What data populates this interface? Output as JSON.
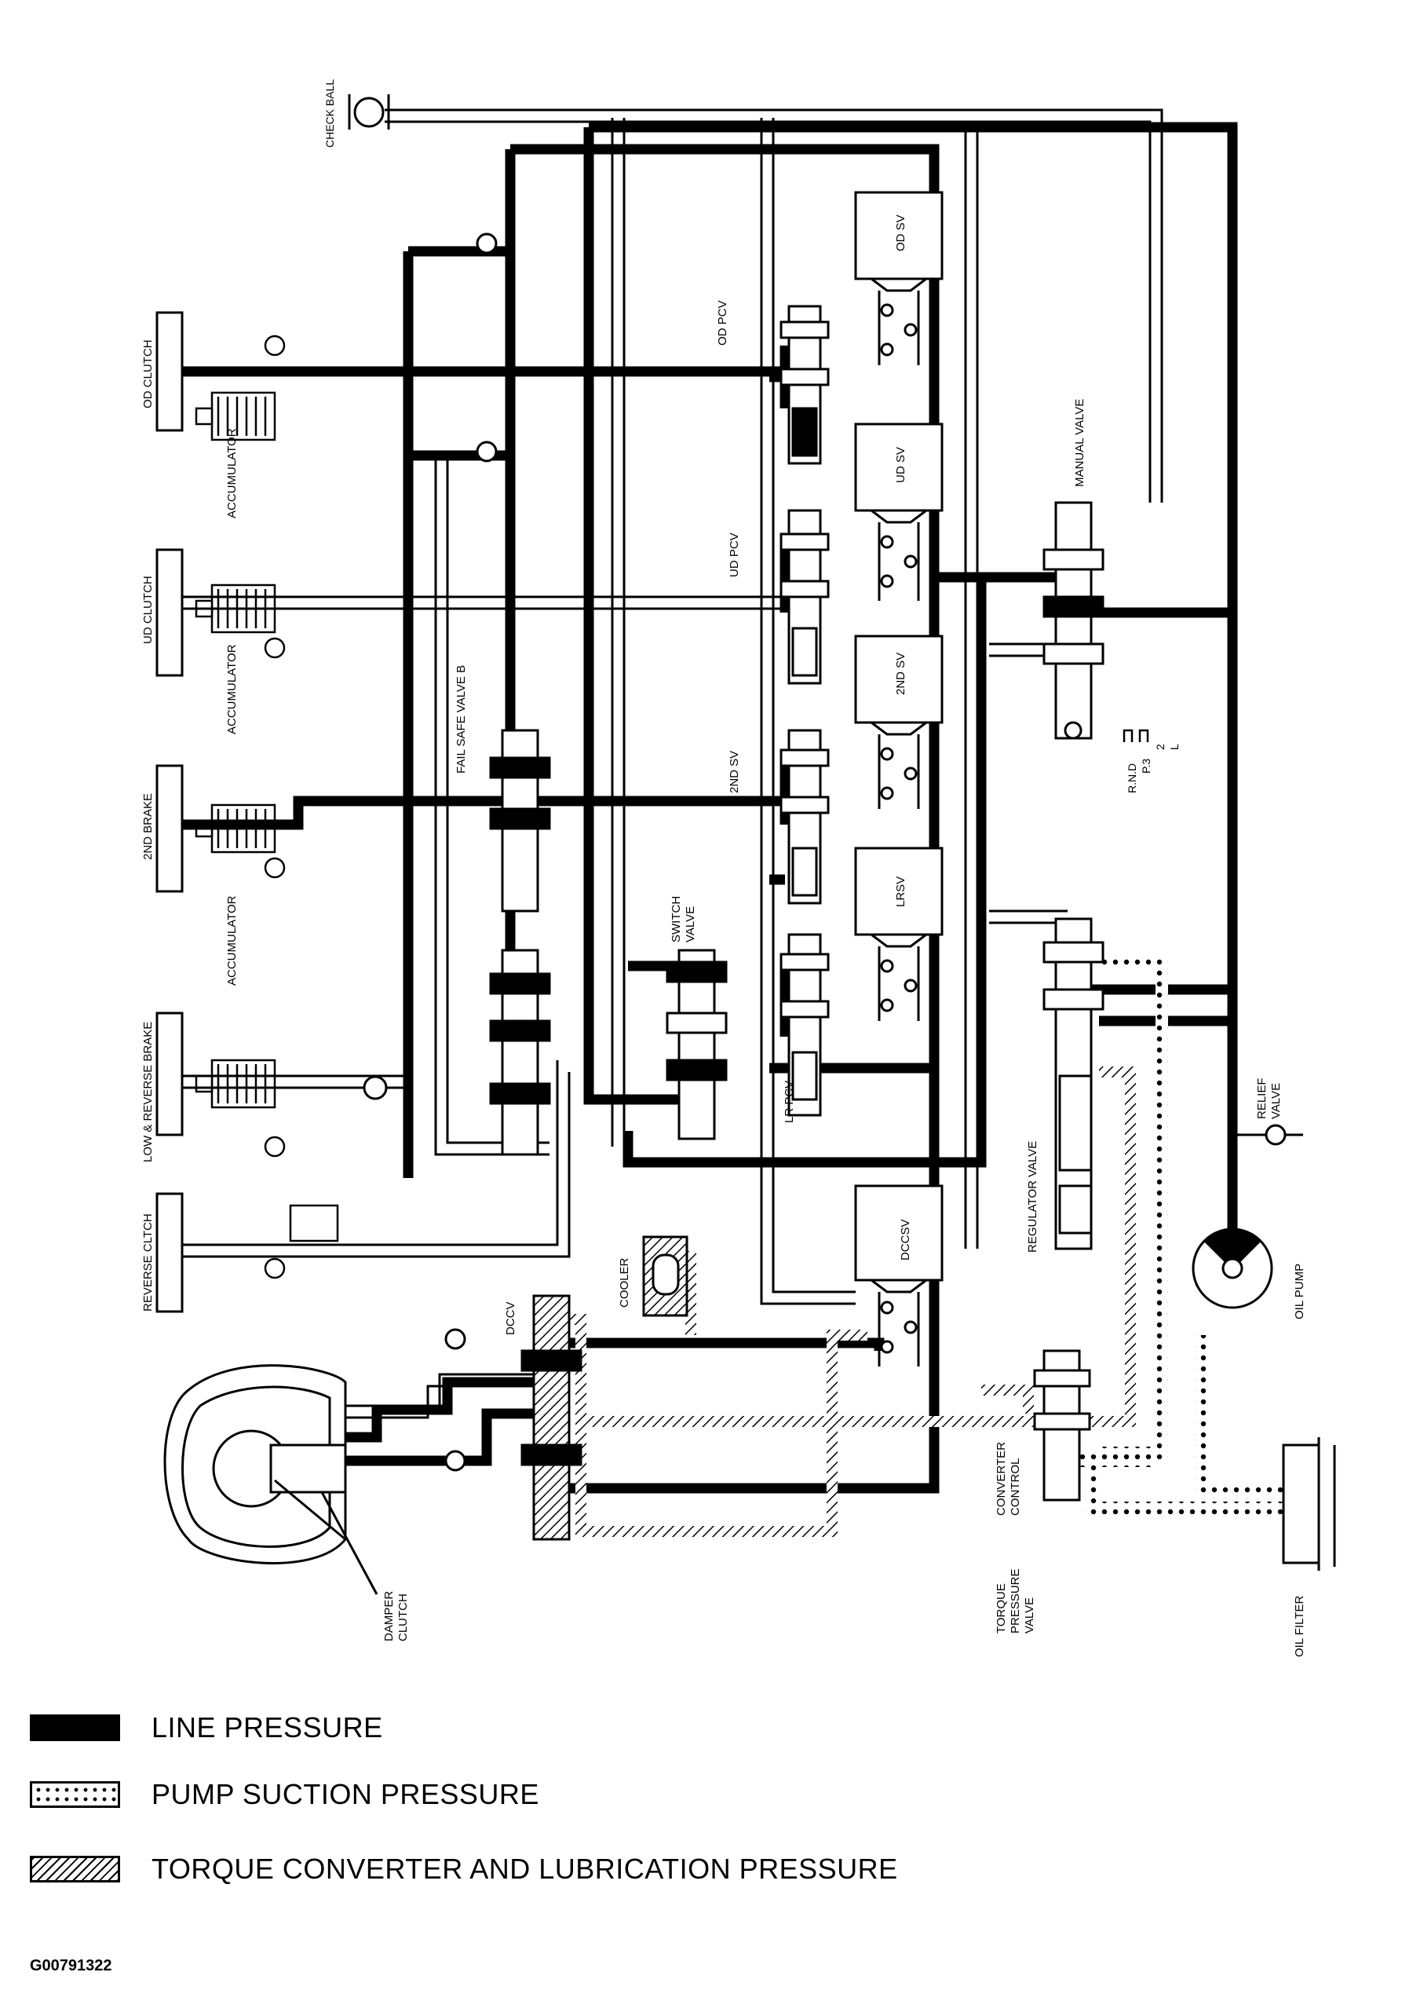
{
  "labels": {
    "check_ball": "CHECK BALL",
    "od_clutch": "OD CLUTCH",
    "accumulator_1": "ACCUMULATOR",
    "ud_clutch": "UD CLUTCH",
    "accumulator_2": "ACCUMULATOR",
    "brake_2nd": "2ND BRAKE",
    "accumulator_3": "ACCUMULATOR",
    "low_reverse_brake": "LOW & REVERSE BRAKE",
    "reverse_clutch": "REVERSE CLTCH",
    "fail_safe_valve_b": "FAIL SAFE VALVE B",
    "switch_valve_1": "SWITCH",
    "switch_valve_2": "VALVE",
    "od_sv": "OD SV",
    "od_pcv": "OD PCV",
    "ud_sv": "UD SV",
    "ud_pcv": "UD PCV",
    "sv_2nd": "2ND SV",
    "sv_2nd_side": "2ND SV",
    "lrsv": "LRSV",
    "lr_pcv": "LR PCV",
    "manual_valve": "MANUAL VALVE",
    "range_1": "R.N.D",
    "range_2": "P.3",
    "range_3": "2",
    "range_4": "L",
    "relief_valve_1": "RELIEF",
    "relief_valve_2": "VALVE",
    "regulator_valve": "REGULATOR VALVE",
    "oil_pump": "OIL PUMP",
    "dccsv": "DCCSV",
    "cooler": "COOLER",
    "dccv": "DCCV",
    "damper_clutch_1": "DAMPER",
    "damper_clutch_2": "CLUTCH",
    "converter_control_1": "CONVERTER",
    "converter_control_2": "CONTROL",
    "torque_pressure_valve_1": "TORQUE",
    "torque_pressure_valve_2": "PRESSURE",
    "torque_pressure_valve_3": "VALVE",
    "oil_filter": "OIL FILTER"
  },
  "legend": {
    "line_pressure": "LINE PRESSURE",
    "pump_suction_pressure": "PUMP SUCTION PRESSURE",
    "torque_converter_lubrication": "TORQUE CONVERTER AND LUBRICATION PRESSURE"
  },
  "figure_code": "G00791322",
  "colors": {
    "ink": "#000000",
    "paper": "#ffffff"
  }
}
